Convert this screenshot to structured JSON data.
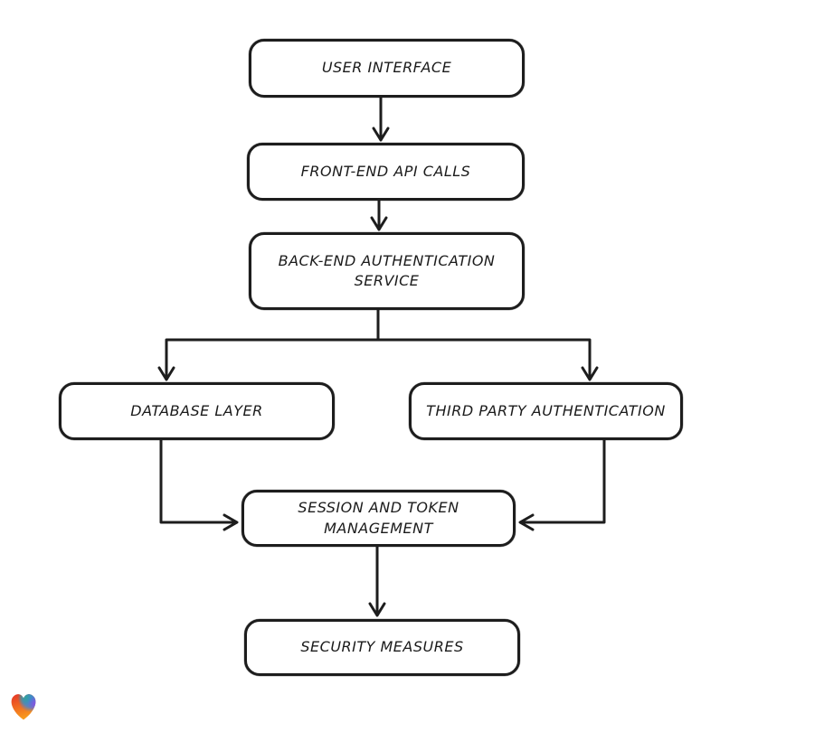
{
  "page": {
    "background_color": "#ffffff"
  },
  "diagram": {
    "type": "flowchart",
    "stroke_color": "#1d1d1d",
    "node_fill": "#ffffff",
    "nodes": [
      {
        "id": "user-interface",
        "label": "USER INTERFACE"
      },
      {
        "id": "front-end-api-calls",
        "label": "FRONT-END API CALLS"
      },
      {
        "id": "back-end-authentication-service",
        "label": "BACK-END AUTHENTICATION\nSERVICE"
      },
      {
        "id": "database-layer",
        "label": "DATABASE LAYER"
      },
      {
        "id": "third-party-authentication",
        "label": "THIRD PARTY AUTHENTICATION"
      },
      {
        "id": "session-and-token-management",
        "label": "SESSION AND TOKEN\nMANAGEMENT"
      },
      {
        "id": "security-measures",
        "label": "SECURITY MEASURES"
      }
    ],
    "edges": [
      {
        "from": "user-interface",
        "to": "front-end-api-calls"
      },
      {
        "from": "front-end-api-calls",
        "to": "back-end-authentication-service"
      },
      {
        "from": "back-end-authentication-service",
        "to": "database-layer"
      },
      {
        "from": "back-end-authentication-service",
        "to": "third-party-authentication"
      },
      {
        "from": "database-layer",
        "to": "session-and-token-management"
      },
      {
        "from": "third-party-authentication",
        "to": "session-and-token-management"
      },
      {
        "from": "session-and-token-management",
        "to": "security-measures"
      }
    ],
    "logo": {
      "name": "heart-logo",
      "colors": {
        "red": "#e63427",
        "orange": "#f89b1d",
        "teal": "#2ca89a",
        "blue": "#2f89e8",
        "purple": "#8a4de8"
      }
    }
  }
}
